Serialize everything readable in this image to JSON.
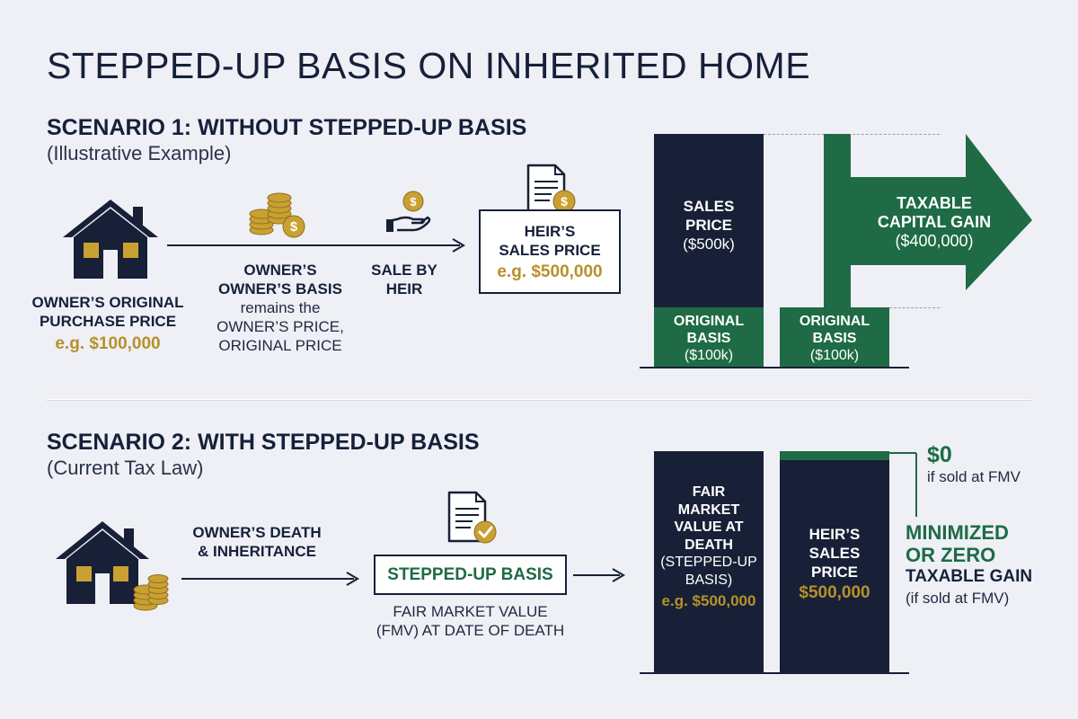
{
  "title": "STEPPED-UP BASIS ON INHERITED HOME",
  "scenario1": {
    "heading": "SCENARIO 1: WITHOUT STEPPED-UP BASIS",
    "subheading": "(Illustrative Example)",
    "house_label_line1": "OWNER’S ORIGINAL",
    "house_label_line2": "PURCHASE PRICE",
    "house_value": "e.g. $100,000",
    "basis_title_line1": "OWNER’S",
    "basis_title_line2": "OWNER’S BASIS",
    "basis_text_line1": "remains the",
    "basis_text_line2": "OWNER’S PRICE,",
    "basis_text_line3": "ORIGINAL PRICE",
    "sale_line1": "SALE BY",
    "sale_line2": "HEIR",
    "heir_box_line1": "HEIR’S",
    "heir_box_line2": "SALES PRICE",
    "heir_box_value": "e.g. $500,000",
    "bar_sales_line1": "SALES",
    "bar_sales_line2": "PRICE",
    "bar_sales_value": "($500k)",
    "bar_orig1_line1": "ORIGINAL",
    "bar_orig1_line2": "BASIS",
    "bar_orig1_value": "($100k)",
    "bar_orig2_line1": "ORIGINAL",
    "bar_orig2_line2": "BASIS",
    "bar_orig2_value": "($100k)",
    "gain_line1": "TAXABLE",
    "gain_line2": "CAPITAL GAIN",
    "gain_value": "($400,000)"
  },
  "scenario2": {
    "heading": "SCENARIO 2: WITH STEPPED-UP BASIS",
    "subheading": "(Current Tax Law)",
    "death_line1": "OWNER’S DEATH",
    "death_line2": "& INHERITANCE",
    "stepped_box": "STEPPED-UP BASIS",
    "fmv_line1": "FAIR MARKET VALUE",
    "fmv_line2": "(FMV) AT DATE OF DEATH",
    "bar_fmv_line1": "FAIR",
    "bar_fmv_line2": "MARKET",
    "bar_fmv_line3": "VALUE AT",
    "bar_fmv_line4": "DEATH",
    "bar_fmv_line5": "(STEPPED-UP",
    "bar_fmv_line6": "BASIS)",
    "bar_fmv_value": "e.g. $500,000",
    "bar_heir_line1": "HEIR’S",
    "bar_heir_line2": "SALES",
    "bar_heir_line3": "PRICE",
    "bar_heir_value": "$500,000",
    "zero_value": "$0",
    "zero_note": "if sold at FMV",
    "min_line1": "MINIMIZED",
    "min_line2": "OR ZERO",
    "min_line3": "TAXABLE GAIN",
    "min_note": "(if sold at FMV)"
  },
  "colors": {
    "navy": "#172036",
    "green": "#1e6b45",
    "gold": "#c9a032",
    "background": "#eef0f5"
  },
  "icons": [
    "house-icon",
    "coins-icon",
    "hand-coin-icon",
    "document-coin-icon",
    "document-check-icon",
    "house-coins-icon"
  ]
}
